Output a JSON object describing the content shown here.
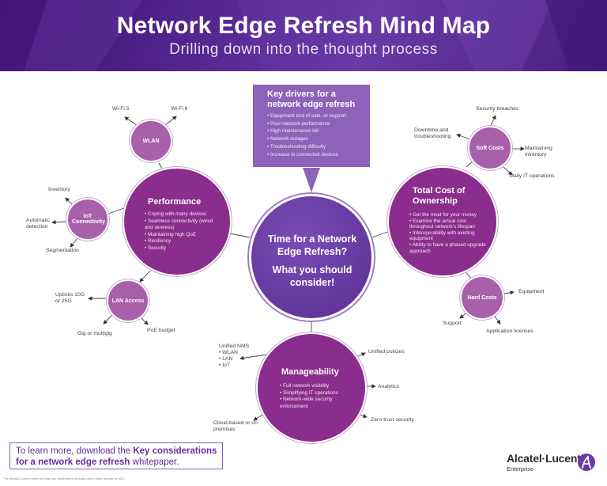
{
  "header": {
    "title": "Network Edge Refresh Mind Map",
    "subtitle": "Drilling down into the thought process"
  },
  "center": {
    "line1": "Time for a Network Edge Refresh?",
    "line2": "What you should consider!"
  },
  "drivers": {
    "title": "Key drivers for a network edge refresh",
    "items": [
      "Equipment end of sale, or support",
      "Poor network performance",
      "High maintenance bill",
      "Network outages",
      "Troubleshooting difficulty",
      "Increase in connected devices"
    ]
  },
  "performance": {
    "title": "Performance",
    "items": [
      "Coping with many devices",
      "Seamless connectivity (wired and wireless)",
      "Maintaining high QoE",
      "Resiliency",
      "Security"
    ]
  },
  "tco": {
    "title": "Total Cost of Ownership",
    "items": [
      "Get the most for your money",
      "Examine the actual cost throughout network's lifespan",
      "Interoperability with existing equipment",
      "Ability to have a phased upgrade approach"
    ]
  },
  "manageability": {
    "title": "Manageability",
    "items": [
      "Full network visibility",
      "Simplifying IT operations",
      "Network-wide security enforcement"
    ]
  },
  "wlan": {
    "title": "WLAN",
    "labels": {
      "wifi5": "Wi-Fi 5",
      "wifi6": "Wi-Fi 6"
    }
  },
  "iot": {
    "title": "IoT Connectivity",
    "labels": {
      "inventory": "Inventory",
      "auto": "Automatic detection",
      "segmentation": "Segmentation"
    }
  },
  "lan": {
    "title": "LAN Access",
    "labels": {
      "uplinks": "Uplinks 10G or 25G",
      "gig": "Gig or multigig",
      "poe": "PoE budget"
    }
  },
  "soft": {
    "title": "Soft Costs",
    "labels": {
      "breaches": "Security breaches",
      "downtime": "Downtime and troubleshooting",
      "maint": "Maintaining inventory",
      "daily": "Daily IT operations"
    }
  },
  "hard": {
    "title": "Hard Costs",
    "labels": {
      "equipment": "Equipment",
      "support": "Support",
      "apps": "Application licenses"
    }
  },
  "manage_labels": {
    "nms": "Unified NMS",
    "nms_items": [
      "• WLAN",
      "• LAN",
      "• IoT"
    ],
    "policies": "Unified policies",
    "analytics": "Analytics",
    "zero": "Zero-trust security",
    "cloud": "Cloud-based or on premises"
  },
  "cta": {
    "prefix": "To learn more, download the ",
    "link": "Key considerations for a network edge refresh",
    "suffix": " whitepaper."
  },
  "footer": "The Alcatel-Lucent name and logo are trademarks of Nokia used under license by ALE.",
  "logo": {
    "brand": "Alcatel·Lucent",
    "enterprise": "Enterprise"
  },
  "colors": {
    "purple_dark": "#5a2e92",
    "magenta": "#8a2d8c",
    "lilac": "#a860aa",
    "drivers_bg": "#8e62b8"
  }
}
